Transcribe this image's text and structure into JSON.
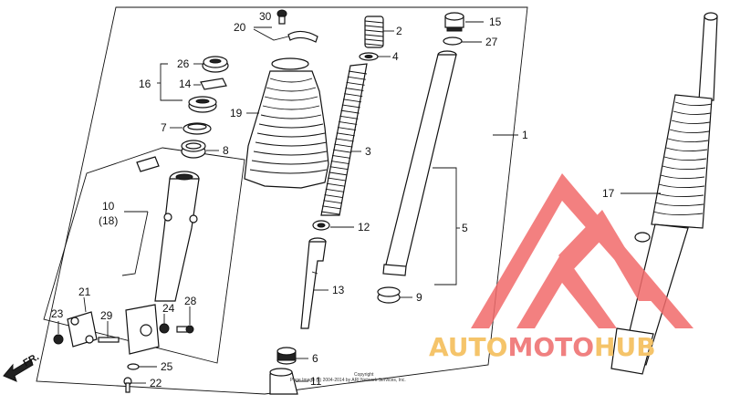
{
  "diagram": {
    "direction_label": "FR.",
    "copyright": [
      "Copyright",
      "Page Image (c) 2004-2014 by ARI Network Services, Inc."
    ],
    "callouts": [
      {
        "id": "c1",
        "label": "1"
      },
      {
        "id": "c2",
        "label": "2"
      },
      {
        "id": "c3",
        "label": "3"
      },
      {
        "id": "c4",
        "label": "4"
      },
      {
        "id": "c5",
        "label": "5"
      },
      {
        "id": "c6",
        "label": "6"
      },
      {
        "id": "c7",
        "label": "7"
      },
      {
        "id": "c8",
        "label": "8"
      },
      {
        "id": "c9",
        "label": "9"
      },
      {
        "id": "c10",
        "label": "10"
      },
      {
        "id": "c18",
        "label": "(18)"
      },
      {
        "id": "c11",
        "label": "11"
      },
      {
        "id": "c12",
        "label": "12"
      },
      {
        "id": "c13",
        "label": "13"
      },
      {
        "id": "c14",
        "label": "14"
      },
      {
        "id": "c15",
        "label": "15"
      },
      {
        "id": "c16",
        "label": "16"
      },
      {
        "id": "c17",
        "label": "17"
      },
      {
        "id": "c19",
        "label": "19"
      },
      {
        "id": "c20",
        "label": "20"
      },
      {
        "id": "c21",
        "label": "21"
      },
      {
        "id": "c22",
        "label": "22"
      },
      {
        "id": "c23",
        "label": "23"
      },
      {
        "id": "c24",
        "label": "24"
      },
      {
        "id": "c25",
        "label": "25"
      },
      {
        "id": "c26",
        "label": "26"
      },
      {
        "id": "c27",
        "label": "27"
      },
      {
        "id": "c28",
        "label": "28"
      },
      {
        "id": "c29",
        "label": "29"
      },
      {
        "id": "c30",
        "label": "30"
      }
    ]
  },
  "watermark": {
    "words": [
      "AUTO",
      "MOTO",
      "HUB"
    ],
    "colors": {
      "auto": "#f5c46a",
      "moto": "#f08080",
      "hub": "#f5c46a",
      "logo": "#f26b6b"
    }
  }
}
